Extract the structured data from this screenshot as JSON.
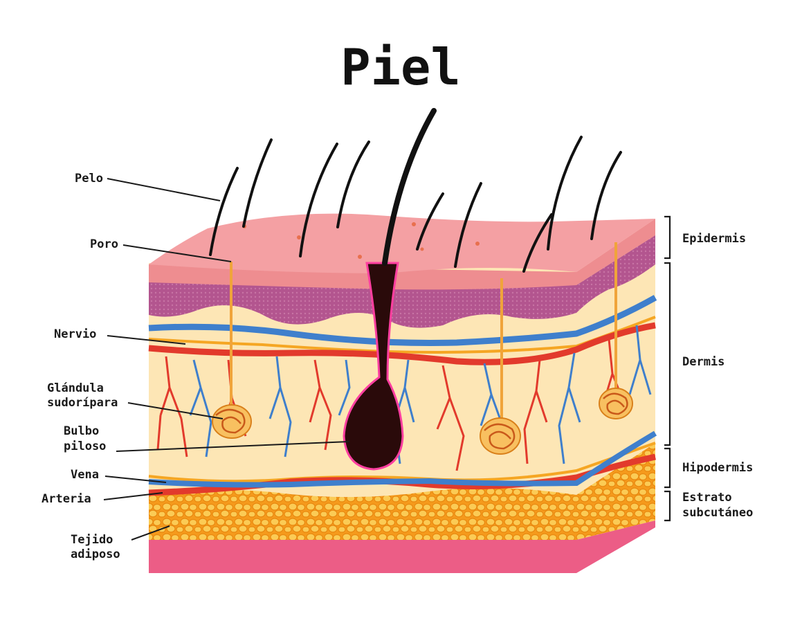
{
  "title": "Piel",
  "left_labels": {
    "pelo": "Pelo",
    "poro": "Poro",
    "nervio": "Nervio",
    "glandula_l1": "Glándula",
    "glandula_l2": "sudorípara",
    "bulbo_l1": "Bulbo",
    "bulbo_l2": "piloso",
    "vena": "Vena",
    "arteria": "Arteria",
    "tejido_l1": "Tejido",
    "tejido_l2": "adiposo"
  },
  "right_labels": {
    "epidermis": "Epidermis",
    "dermis": "Dermis",
    "hipodermis": "Hipodermis",
    "estrato_l1": "Estrato",
    "estrato_l2": "subcutáneo"
  },
  "colors": {
    "epidermis_top": "#f4a0a3",
    "epidermis_edge": "#ee8d90",
    "basal_layer": "#b3558f",
    "dermis": "#fde6b5",
    "vein": "#3f7fcc",
    "artery": "#e23a2c",
    "nerve": "#f5a623",
    "fat": "#f7a21d",
    "fat_cell": "#fbcf5c",
    "subcutaneous": "#ec5d86",
    "hair": "#111111",
    "bulb": "#2a0a0a",
    "bulb_outline": "#ff3fa0",
    "gland": "#f0a43a"
  }
}
